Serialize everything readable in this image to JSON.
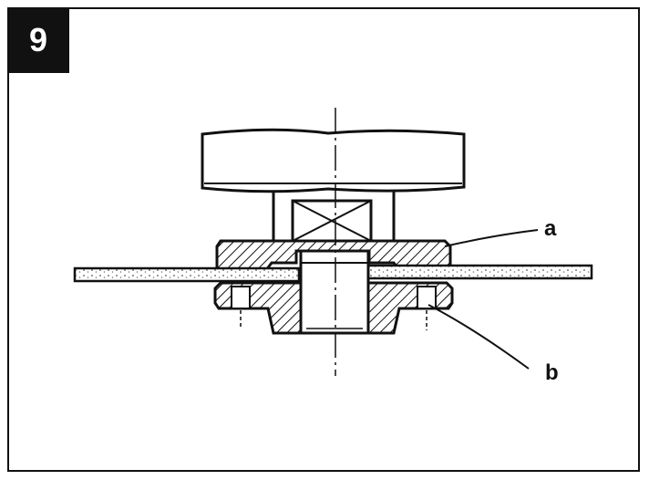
{
  "figure": {
    "number": "9",
    "labels": {
      "a": "a",
      "b": "b"
    }
  },
  "colors": {
    "ink": "#111111",
    "background": "#ffffff"
  }
}
